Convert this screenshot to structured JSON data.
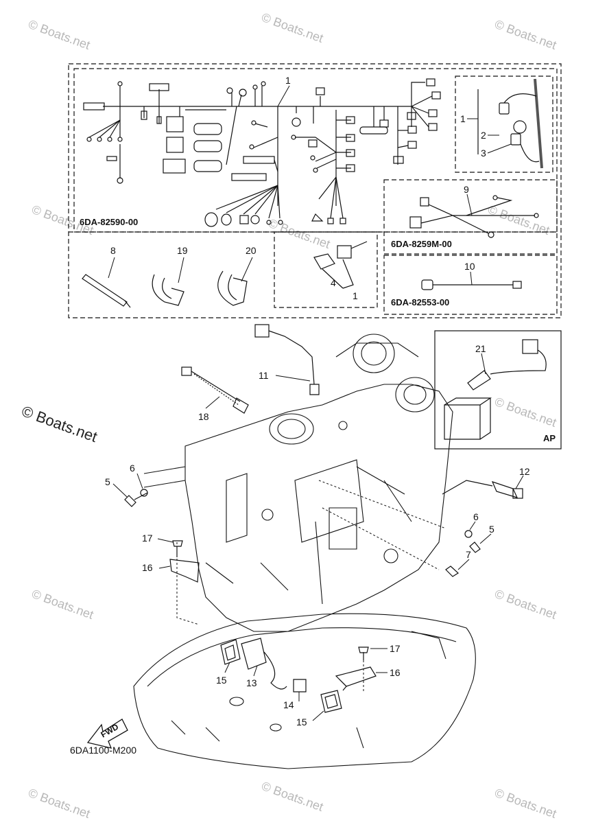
{
  "watermark": "© Boats.net",
  "box_codes": {
    "main_harness": "6DA-82590-00",
    "harness_9": "6DA-8259M-00",
    "lead_10": "6DA-82553-00",
    "ap_box": "AP"
  },
  "diagram_code": "6DA1100-M200",
  "fwd_label": "FWD",
  "callouts": {
    "c1a": "1",
    "c1b": "1",
    "c1c": "1",
    "c2": "2",
    "c3": "3",
    "c4": "4",
    "c5a": "5",
    "c5b": "5",
    "c6a": "6",
    "c6b": "6",
    "c7": "7",
    "c8": "8",
    "c9": "9",
    "c10": "10",
    "c11": "11",
    "c12": "12",
    "c13": "13",
    "c14": "14",
    "c15a": "15",
    "c15b": "15",
    "c16a": "16",
    "c16b": "16",
    "c17a": "17",
    "c17b": "17",
    "c18": "18",
    "c19": "19",
    "c20": "20",
    "c21": "21"
  }
}
